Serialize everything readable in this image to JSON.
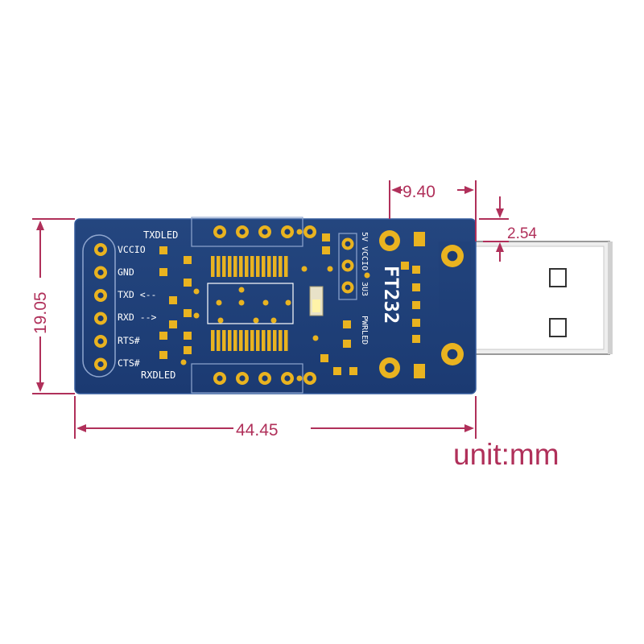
{
  "board": {
    "chip_label": "FT232",
    "left_pins": [
      "VCCIO",
      "GND",
      "TXD <--",
      "RXD -->",
      "RTS#",
      "CTS#"
    ],
    "top_led_label": "TXDLED",
    "bottom_led_label": "RXDLED",
    "jumper_labels": [
      "5V",
      "VCCIO",
      "3U3"
    ],
    "pwr_led_label": "PWRLED"
  },
  "dimensions": {
    "width": "44.45",
    "height": "19.05",
    "usb_length": "9.40",
    "usb_offset": "2.54",
    "unit_label": "unit:mm"
  },
  "colors": {
    "pcb": "#1f3e78",
    "pcb_edge": "#2a4f90",
    "pad_gold": "#e9b320",
    "dimension": "#b0305a",
    "usb_metal": "#f2f2f2"
  }
}
